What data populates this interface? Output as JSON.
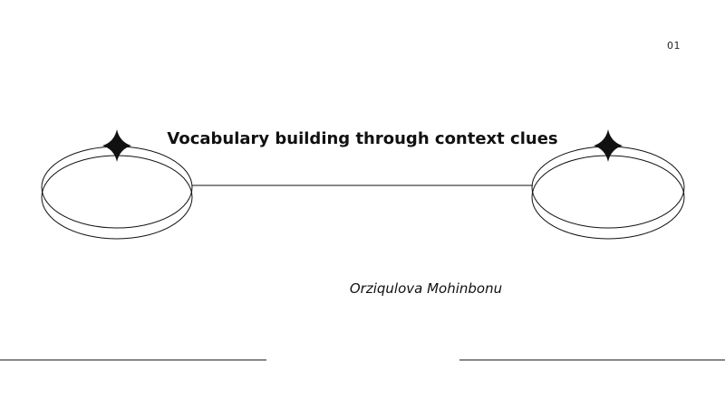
{
  "slide": {
    "page_number": "01",
    "title": "Vocabulary building through context clues",
    "author": "Orziqulova Mohinbonu"
  },
  "decorations": {
    "icons": [
      "ring-icon",
      "sparkle-icon"
    ],
    "stroke_color": "#111111",
    "fill_color": "#111111",
    "background_color": "#ffffff"
  }
}
